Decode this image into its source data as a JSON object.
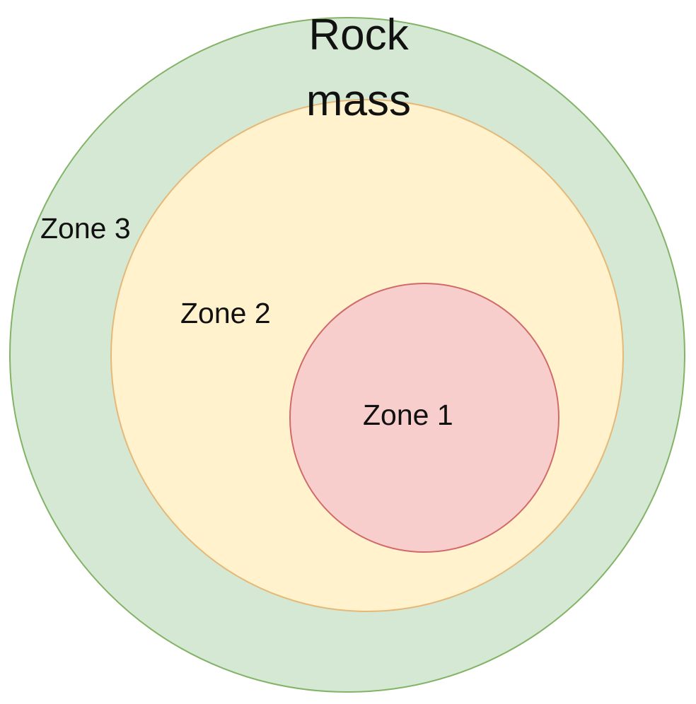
{
  "diagram": {
    "title_line1": "Rock",
    "title_line2": "mass",
    "zones": [
      {
        "label": "Zone 3",
        "fill": "#d5e8d4",
        "stroke": "#82b366"
      },
      {
        "label": "Zone 2",
        "fill": "#fff2cc",
        "stroke": "#e6b878"
      },
      {
        "label": "Zone 1",
        "fill": "#f8cecc",
        "stroke": "#d06a6a"
      }
    ]
  }
}
